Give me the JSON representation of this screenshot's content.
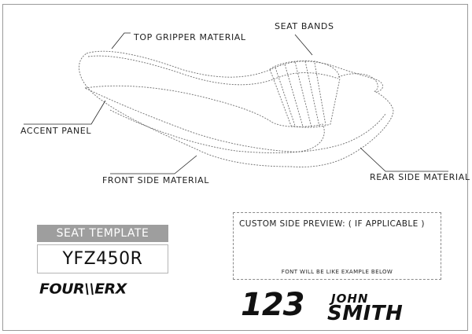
{
  "labels": {
    "top_gripper": "TOP GRIPPER MATERIAL",
    "seat_bands": "SEAT BANDS",
    "accent_panel": "ACCENT PANEL",
    "front_side": "FRONT SIDE MATERIAL",
    "rear_side": "REAR SIDE MATERIAL"
  },
  "template": {
    "header": "SEAT TEMPLATE",
    "model": "YFZ450R",
    "brand": "FOUR\\\\ERX"
  },
  "preview": {
    "title": "CUSTOM SIDE PREVIEW: ( IF APPLICABLE )",
    "note": "FONT WILL BE LIKE EXAMPLE BELOW",
    "example_number": "123",
    "example_first_name": "JOHN",
    "example_last_name": "SMITH"
  },
  "colors": {
    "line": "#222222",
    "dash": "#6e6e6e",
    "header_bg": "#9e9e9e"
  }
}
